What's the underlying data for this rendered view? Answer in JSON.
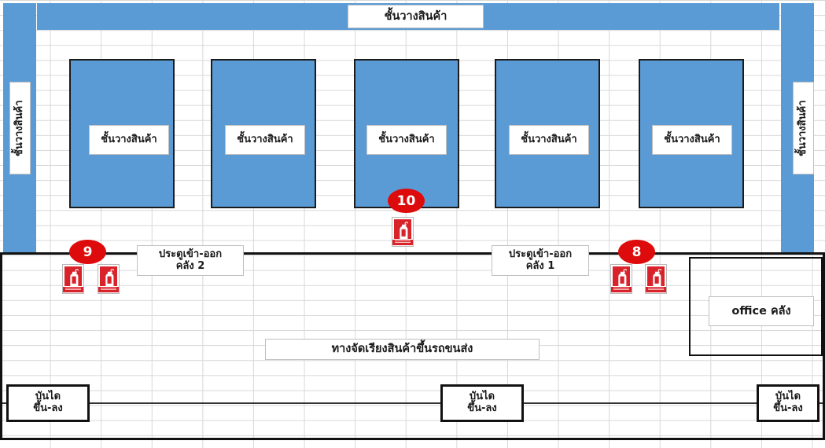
{
  "diagram": {
    "title": "warehouse-floor-plan",
    "colors": {
      "rack_fill": "#5B9BD5",
      "badge_red": "#DD0B0B",
      "sign_red": "#D8232A",
      "wall": "#111111",
      "grid": "#D8D8D8"
    }
  },
  "labels": {
    "rack": "ชั้นวางสินค้า",
    "door_warehouse_2": "ประตูเข้า-ออก\nคลัง 2",
    "door_warehouse_1": "ประตูเข้า-ออก\nคลัง 1",
    "loading_lane": "ทางจัดเรียงสินค้าขึ้นรถขนส่ง",
    "office": "office คลัง",
    "stairs": "บันได\nขึ้น-ลง"
  },
  "racks": [
    {
      "id": "rack-top-wall",
      "label": "ชั้นวางสินค้า",
      "orientation": "horizontal"
    },
    {
      "id": "rack-left-wall",
      "label": "ชั้นวางสินค้า",
      "orientation": "vertical"
    },
    {
      "id": "rack-right-wall",
      "label": "ชั้นวางสินค้า",
      "orientation": "vertical"
    },
    {
      "id": "rack-1",
      "label": "ชั้นวางสินค้า",
      "orientation": "vertical"
    },
    {
      "id": "rack-2",
      "label": "ชั้นวางสินค้า",
      "orientation": "vertical"
    },
    {
      "id": "rack-3",
      "label": "ชั้นวางสินค้า",
      "orientation": "vertical"
    },
    {
      "id": "rack-4",
      "label": "ชั้นวางสินค้า",
      "orientation": "vertical"
    },
    {
      "id": "rack-5",
      "label": "ชั้นวางสินค้า",
      "orientation": "vertical"
    }
  ],
  "fire_points": [
    {
      "id": "fire-point-9",
      "badge": "9",
      "extinguishers": 2
    },
    {
      "id": "fire-point-10",
      "badge": "10",
      "extinguishers": 1
    },
    {
      "id": "fire-point-8",
      "badge": "8",
      "extinguishers": 2
    }
  ],
  "stairs": [
    {
      "id": "stairs-left",
      "label": "บันได\nขึ้น-ลง"
    },
    {
      "id": "stairs-center",
      "label": "บันได\nขึ้น-ลง"
    },
    {
      "id": "stairs-right",
      "label": "บันได\nขึ้น-ลง"
    }
  ],
  "doors": [
    {
      "id": "door-2",
      "label": "ประตูเข้า-ออก\nคลัง 2"
    },
    {
      "id": "door-1",
      "label": "ประตูเข้า-ออก\nคลัง 1"
    }
  ],
  "rooms": [
    {
      "id": "office-room",
      "label": "office คลัง"
    }
  ],
  "lanes": [
    {
      "id": "loading-lane",
      "label": "ทางจัดเรียงสินค้าขึ้นรถขนส่ง"
    }
  ]
}
